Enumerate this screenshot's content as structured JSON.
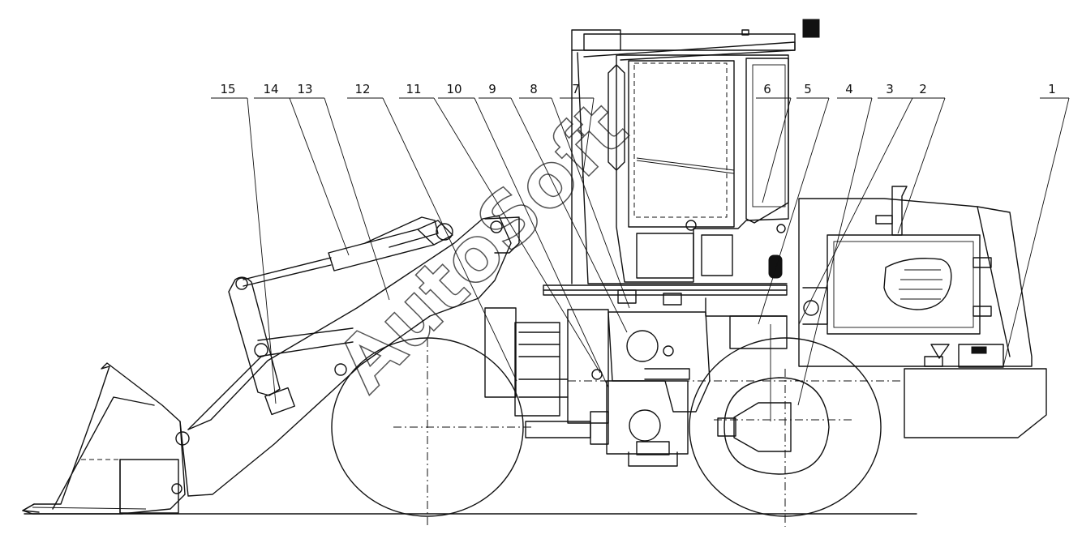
{
  "watermark": "AutoSoft",
  "callouts": [
    {
      "label": "15"
    },
    {
      "label": "14"
    },
    {
      "label": "13"
    },
    {
      "label": "12"
    },
    {
      "label": "11"
    },
    {
      "label": "10"
    },
    {
      "label": "9"
    },
    {
      "label": "8"
    },
    {
      "label": "7"
    },
    {
      "label": "6"
    },
    {
      "label": "5"
    },
    {
      "label": "4"
    },
    {
      "label": "3"
    },
    {
      "label": "2"
    },
    {
      "label": "1"
    }
  ]
}
